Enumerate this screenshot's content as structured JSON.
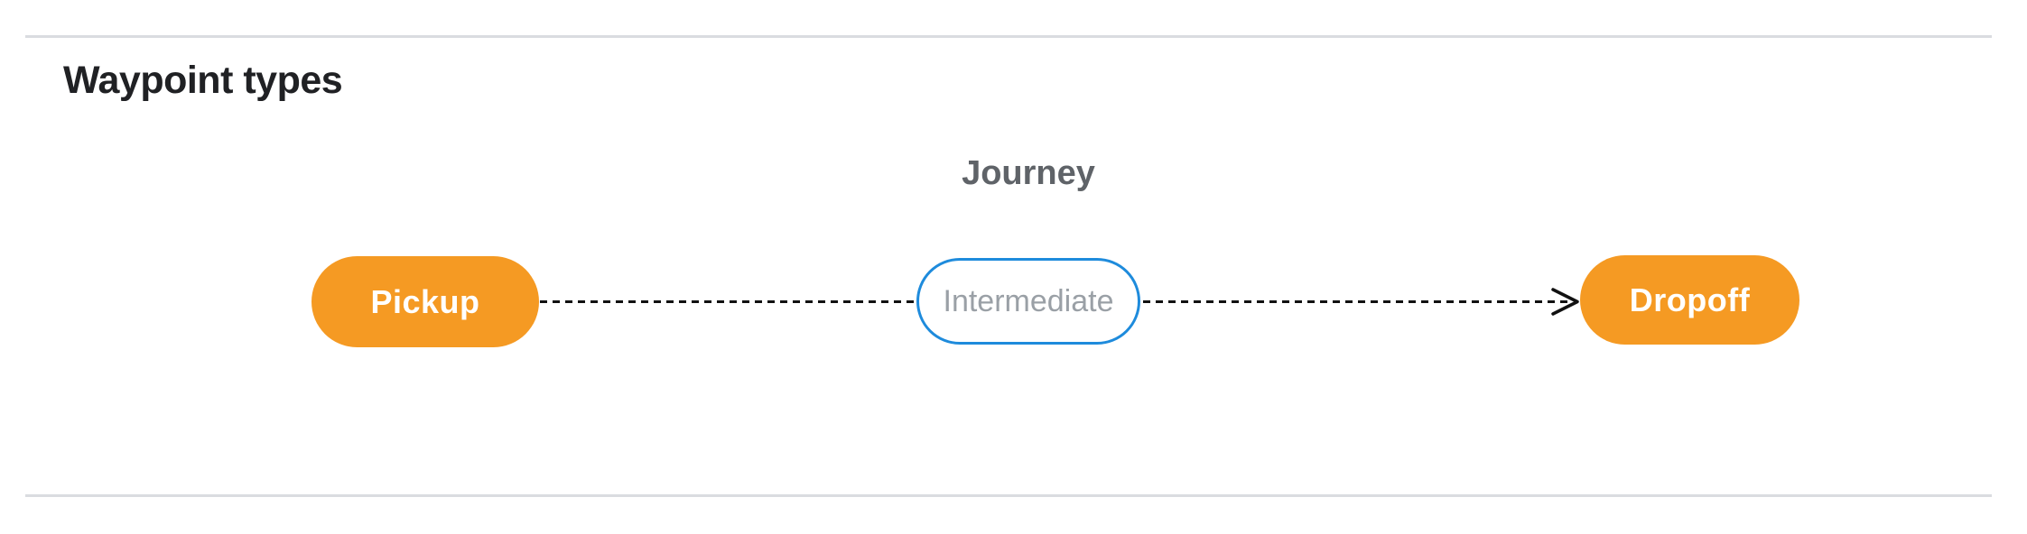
{
  "section": {
    "title": "Waypoint types"
  },
  "diagram": {
    "group_label": "Journey",
    "nodes": [
      {
        "id": "pickup",
        "label": "Pickup",
        "kind": "terminal"
      },
      {
        "id": "intermediate",
        "label": "Intermediate",
        "kind": "intermediate"
      },
      {
        "id": "dropoff",
        "label": "Dropoff",
        "kind": "terminal"
      }
    ],
    "edges": [
      {
        "from": "pickup",
        "to": "intermediate",
        "style": "dashed",
        "arrowhead": "none"
      },
      {
        "from": "intermediate",
        "to": "dropoff",
        "style": "dashed",
        "arrowhead": "end"
      }
    ]
  },
  "colors": {
    "terminal_node_fill": "#F59A23",
    "terminal_node_text": "#FFFFFF",
    "intermediate_node_border": "#1E8BDC",
    "intermediate_node_text": "#9AA0A6",
    "journey_label": "#5F6368",
    "title_text": "#202124",
    "connector": "#111111",
    "divider": "#DADCE0",
    "background": "#FFFFFF"
  }
}
